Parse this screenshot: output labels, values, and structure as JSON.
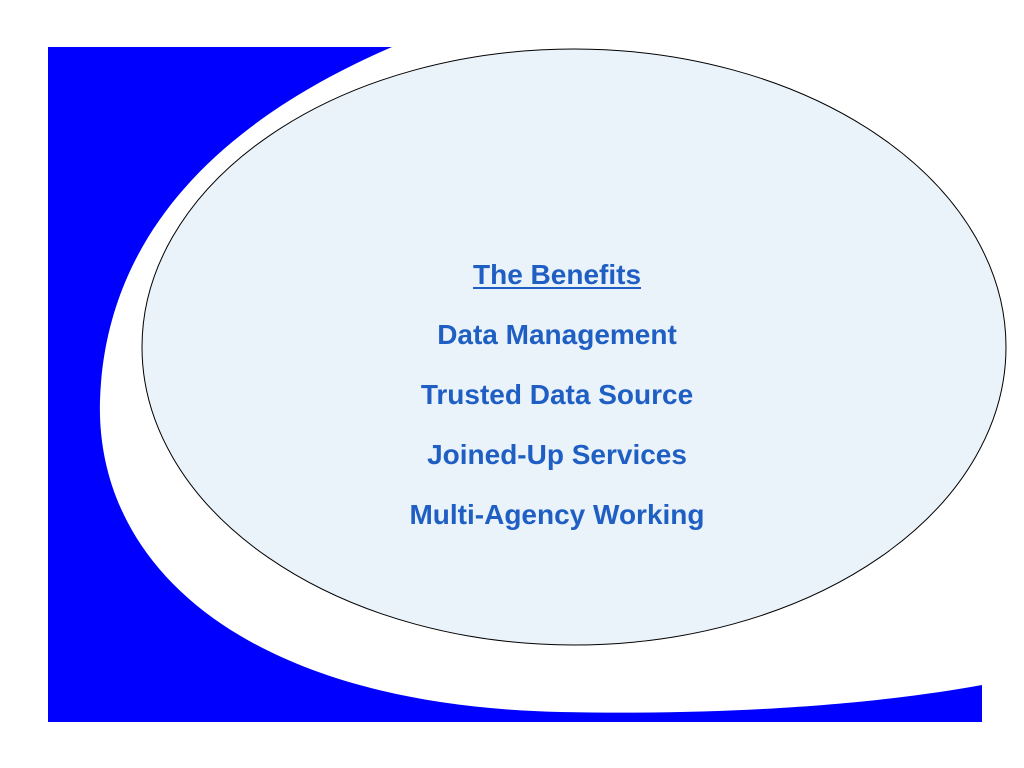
{
  "slide": {
    "heading": "The Benefits",
    "items": [
      "Data Management",
      "Trusted Data Source",
      "Joined-Up Services",
      "Multi-Agency Working"
    ]
  },
  "colors": {
    "accent_blue": "#0000ff",
    "ellipse_fill": "#eaf2fa",
    "text_blue": "#1f5fc4",
    "outline": "#000000",
    "background": "#ffffff"
  }
}
